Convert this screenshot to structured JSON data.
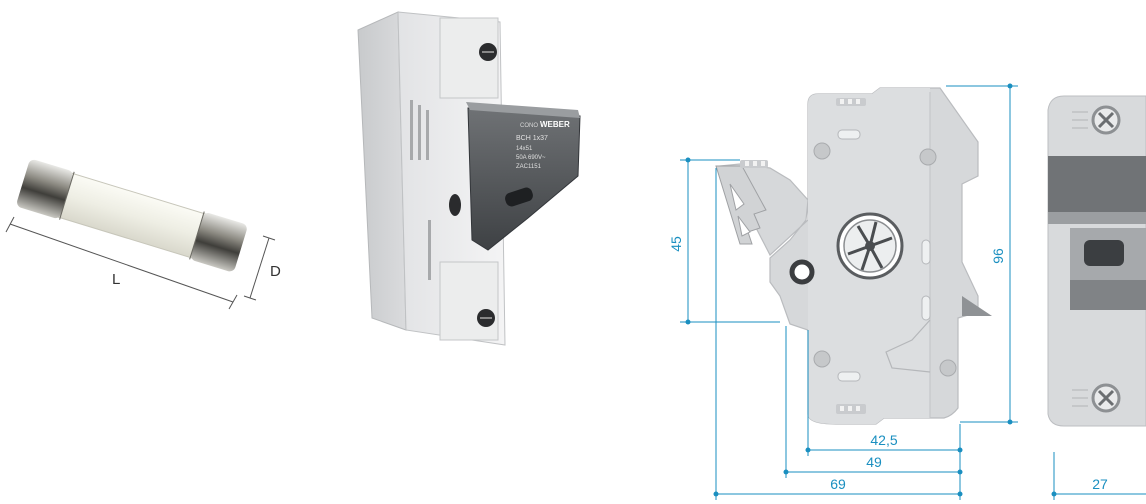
{
  "fuse": {
    "length_label": "L",
    "diameter_label": "D"
  },
  "dimensions": {
    "height_small": "45",
    "height_total": "96",
    "width_a": "42,5",
    "width_b": "49",
    "width_c": "69",
    "width_side": "27"
  },
  "holder_label": {
    "brand": "WEBER",
    "prefix": "CONO",
    "model": "BCH 1x37",
    "line1": "14x51",
    "line2": "50A 690V~",
    "line3": "ZAC1151"
  },
  "colors": {
    "dimension": "#1a8fc0",
    "body": "#d4d6d8",
    "outline": "#b9bbbe"
  }
}
